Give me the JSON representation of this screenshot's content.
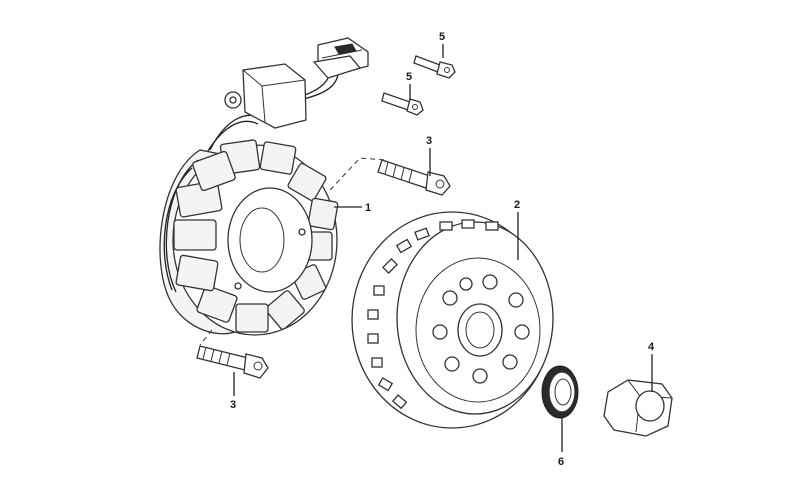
{
  "callouts": {
    "stator": "1",
    "flywheel": "2",
    "bolt_upper": "3",
    "bolt_lower": "3",
    "nut": "4",
    "screw_upper": "5",
    "screw_lower": "5",
    "washer": "6"
  }
}
